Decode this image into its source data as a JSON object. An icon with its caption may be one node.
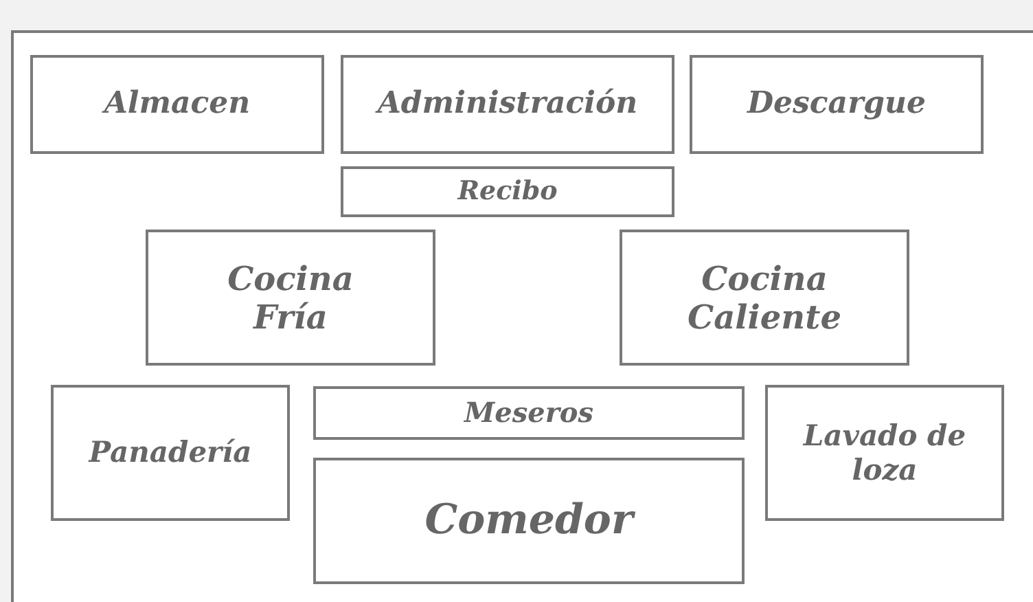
{
  "diagram": {
    "nodes": [
      {
        "text": [
          "Almacen"
        ]
      },
      {
        "text": [
          "Administración"
        ]
      },
      {
        "text": [
          "Descargue"
        ]
      },
      {
        "text": [
          "Recibo"
        ]
      },
      {
        "text": [
          "Cocina Fría"
        ]
      },
      {
        "text": [
          "Cocina Caliente"
        ]
      },
      {
        "text": [
          "Panadería"
        ]
      },
      {
        "text": [
          "Meseros"
        ]
      },
      {
        "text": [
          "Lavado de loza"
        ]
      },
      {
        "text": [
          "Comedor"
        ]
      }
    ],
    "edges": []
  }
}
